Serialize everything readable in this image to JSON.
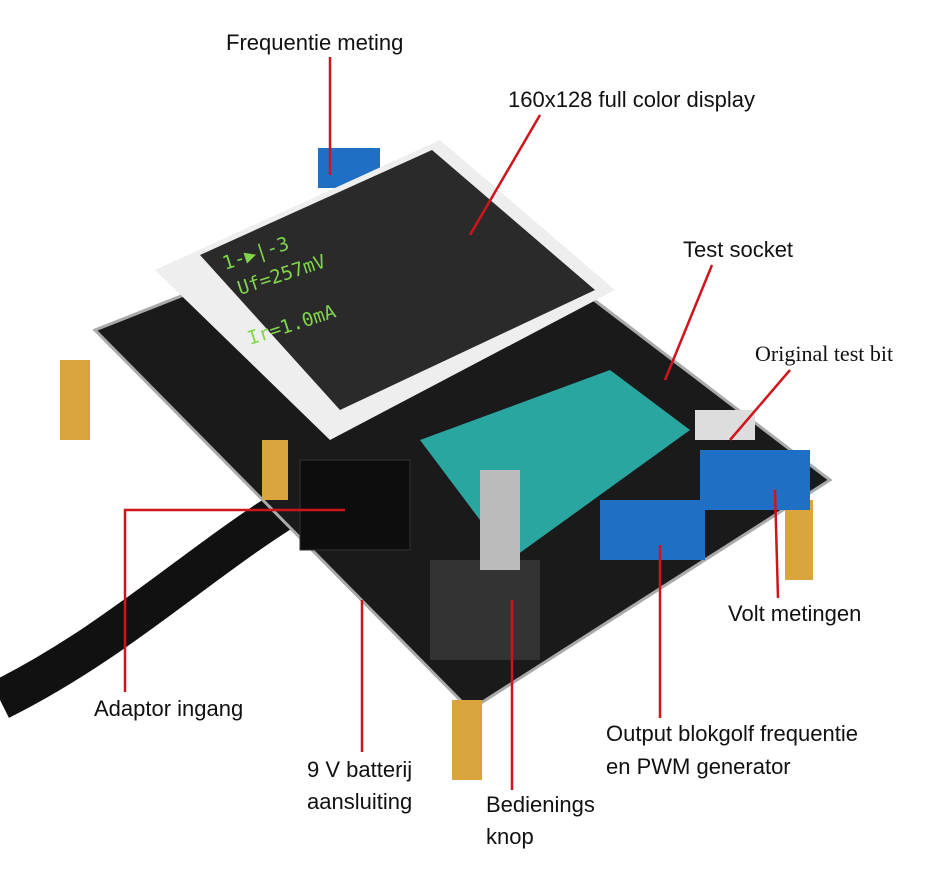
{
  "labels": {
    "frequency": "Frequentie meting",
    "display": "160x128 full color display",
    "socket": "Test socket",
    "test_bit": "Original test bit",
    "volt": "Volt metingen",
    "output_line1": "Output blokgolf frequentie",
    "output_line2": "en PWM generator",
    "knob_line1": "Bedienings",
    "knob_line2": "knop",
    "battery_line1": "9 V batterij",
    "battery_line2": "aansluiting",
    "adaptor": "Adaptor ingang"
  },
  "screen": {
    "line1": "1-▶|-3",
    "line2": "Uf=257mV",
    "line3": "Ir=1.0mA"
  },
  "colors": {
    "leader": "#d0141c",
    "board": "#141414",
    "socket": "#2aa6a0",
    "terminal": "#1f6fc4"
  }
}
